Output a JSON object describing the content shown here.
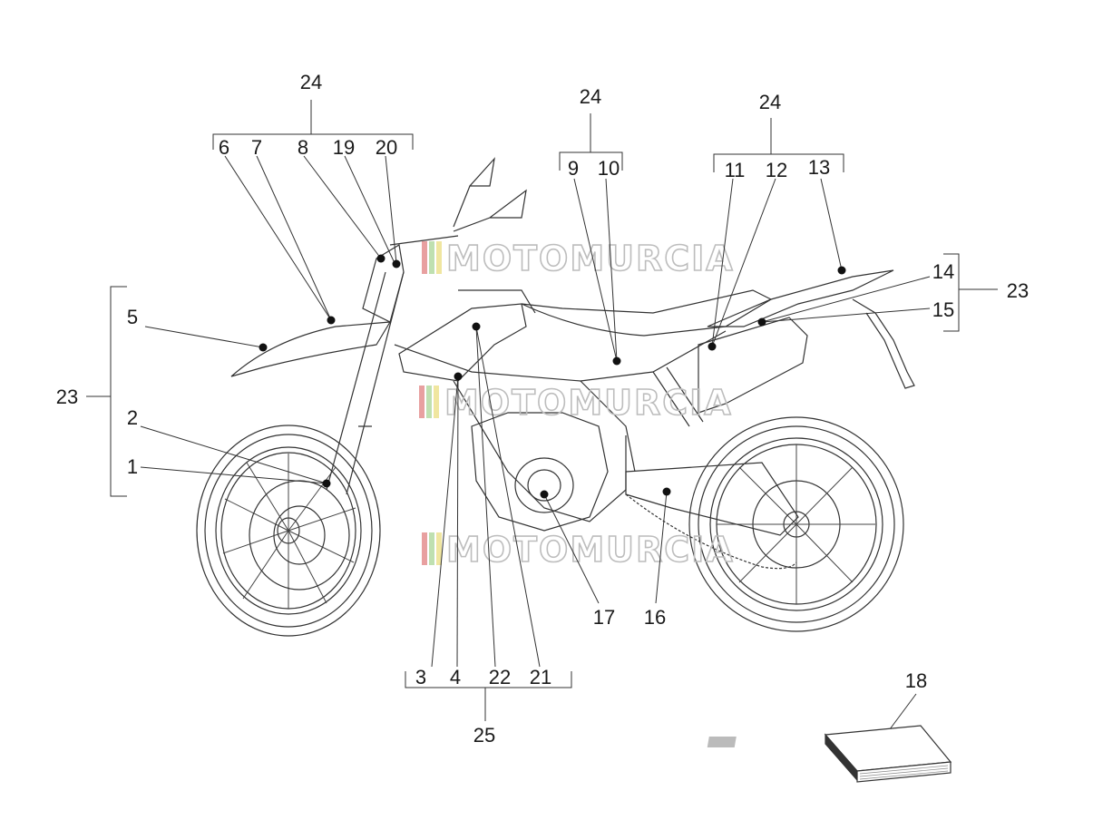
{
  "callouts": {
    "n1": "1",
    "n2": "2",
    "n3": "3",
    "n4": "4",
    "n5": "5",
    "n6": "6",
    "n7": "7",
    "n8": "8",
    "n9": "9",
    "n10": "10",
    "n11": "11",
    "n12": "12",
    "n13": "13",
    "n14": "14",
    "n15": "15",
    "n16": "16",
    "n17": "17",
    "n18": "18",
    "n19": "19",
    "n20": "20",
    "n21": "21",
    "n22": "22",
    "n23a": "23",
    "n23b": "23",
    "n24a": "24",
    "n24b": "24",
    "n24c": "24",
    "n25": "25"
  },
  "watermark": "MOTOMURCIA",
  "colors": {
    "outline": "#333333",
    "watermark_red": "#e8a0a0",
    "watermark_green": "#bfe0b0",
    "watermark_yellow": "#f0e6a0"
  },
  "icons": {
    "manual": "manual-booklet-icon"
  }
}
